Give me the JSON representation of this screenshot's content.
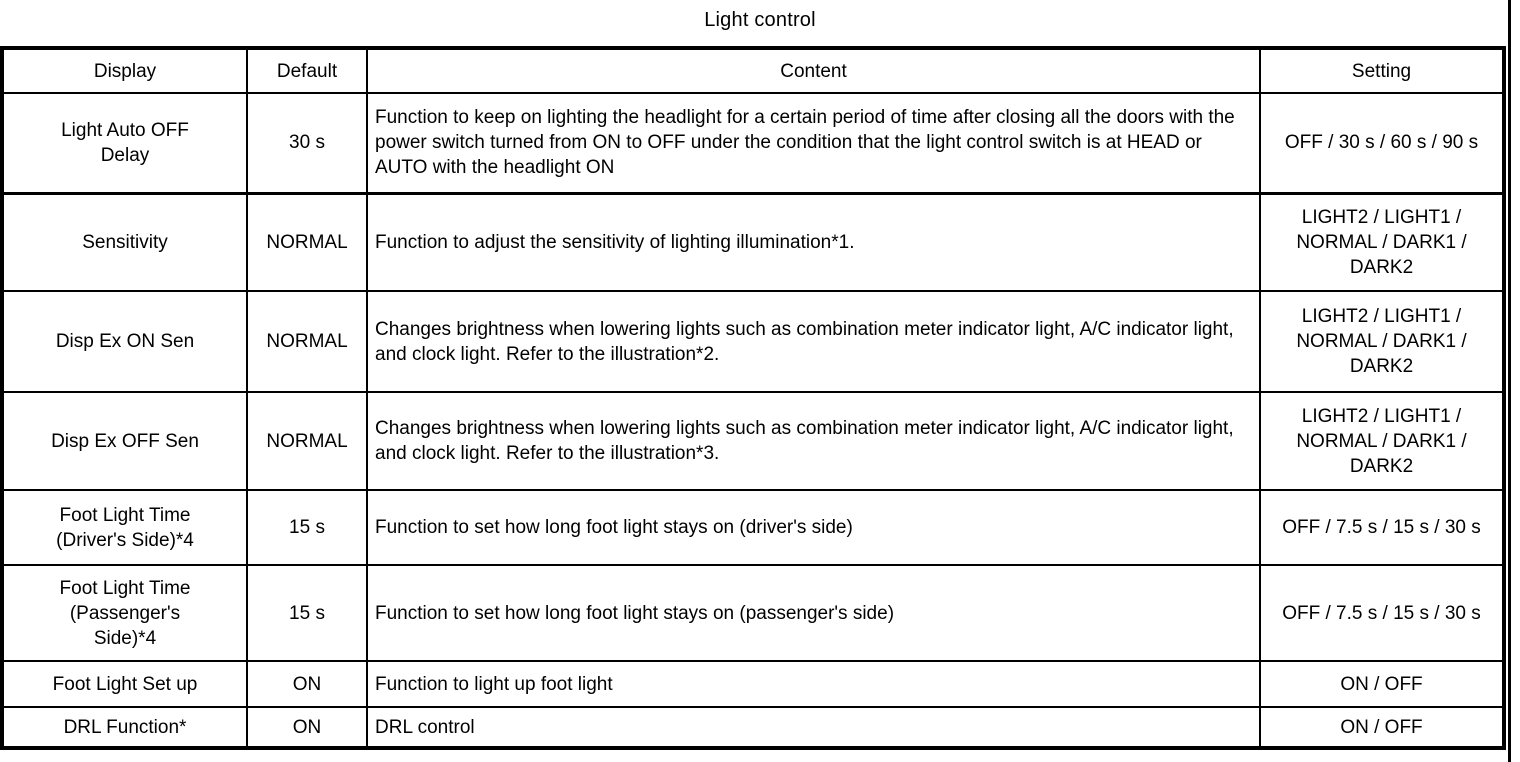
{
  "caption": "Light control",
  "table": {
    "headers": [
      "Display",
      "Default",
      "Content",
      "Setting"
    ],
    "rows": [
      {
        "display": "Light Auto OFF\nDelay",
        "default": "30 s",
        "content": "Function to keep on lighting the headlight for a certain period of time after closing all the doors with the power switch turned from ON to OFF under the condition that the light control switch is at HEAD or AUTO with the headlight ON",
        "setting": "OFF / 30 s / 60 s / 90 s"
      },
      {
        "display": "Sensitivity",
        "default": "NORMAL",
        "content": "Function to adjust the sensitivity of lighting illumination*1.",
        "setting": "LIGHT2 / LIGHT1 / NORMAL / DARK1 / DARK2"
      },
      {
        "display": "Disp Ex ON Sen",
        "default": "NORMAL",
        "content": "Changes brightness when lowering lights such as combination meter indicator light, A/C indicator light, and clock light. Refer to the illustration*2.",
        "setting": "LIGHT2 / LIGHT1 / NORMAL / DARK1 / DARK2"
      },
      {
        "display": "Disp Ex OFF Sen",
        "default": "NORMAL",
        "content": "Changes brightness when lowering lights such as combination meter indicator light, A/C indicator light, and clock light. Refer to the illustration*3.",
        "setting": "LIGHT2 / LIGHT1 / NORMAL / DARK1 / DARK2"
      },
      {
        "display": "Foot Light Time\n(Driver's Side)*4",
        "default": "15 s",
        "content": "Function to set how long foot light stays on (driver's side)",
        "setting": "OFF / 7.5 s / 15 s / 30 s"
      },
      {
        "display": "Foot Light Time\n(Passenger's\nSide)*4",
        "default": "15 s",
        "content": "Function to set how long foot light stays on (passenger's side)",
        "setting": "OFF / 7.5 s / 15 s / 30 s"
      },
      {
        "display": "Foot Light Set up",
        "default": "ON",
        "content": "Function to light up foot light",
        "setting": "ON / OFF"
      },
      {
        "display": "DRL Function*",
        "default": "ON",
        "content": "DRL control",
        "setting": "ON / OFF"
      }
    ]
  }
}
